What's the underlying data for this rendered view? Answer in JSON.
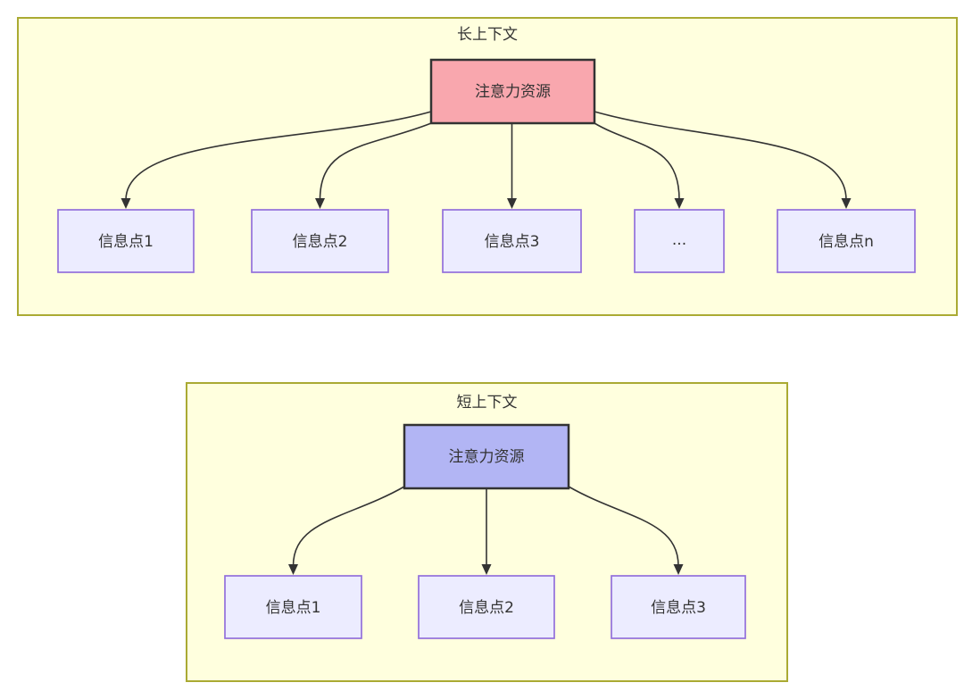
{
  "colors": {
    "canvas_bg": "#ffffff",
    "container_fill": "#ffffde",
    "container_stroke": "#aaaa33",
    "node_fill": "#ececff",
    "node_stroke": "#9370db",
    "attention_long_fill": "#f9a7ae",
    "attention_short_fill": "#b2b5f4",
    "attention_stroke": "#333333",
    "arrow": "#333333",
    "text": "#333333"
  },
  "long_context": {
    "title": "长上下文",
    "attention": "注意力资源",
    "nodes": [
      {
        "label": "信息点1"
      },
      {
        "label": "信息点2"
      },
      {
        "label": "信息点3"
      },
      {
        "label": "..."
      },
      {
        "label": "信息点n"
      }
    ]
  },
  "short_context": {
    "title": "短上下文",
    "attention": "注意力资源",
    "nodes": [
      {
        "label": "信息点1"
      },
      {
        "label": "信息点2"
      },
      {
        "label": "信息点3"
      }
    ]
  }
}
